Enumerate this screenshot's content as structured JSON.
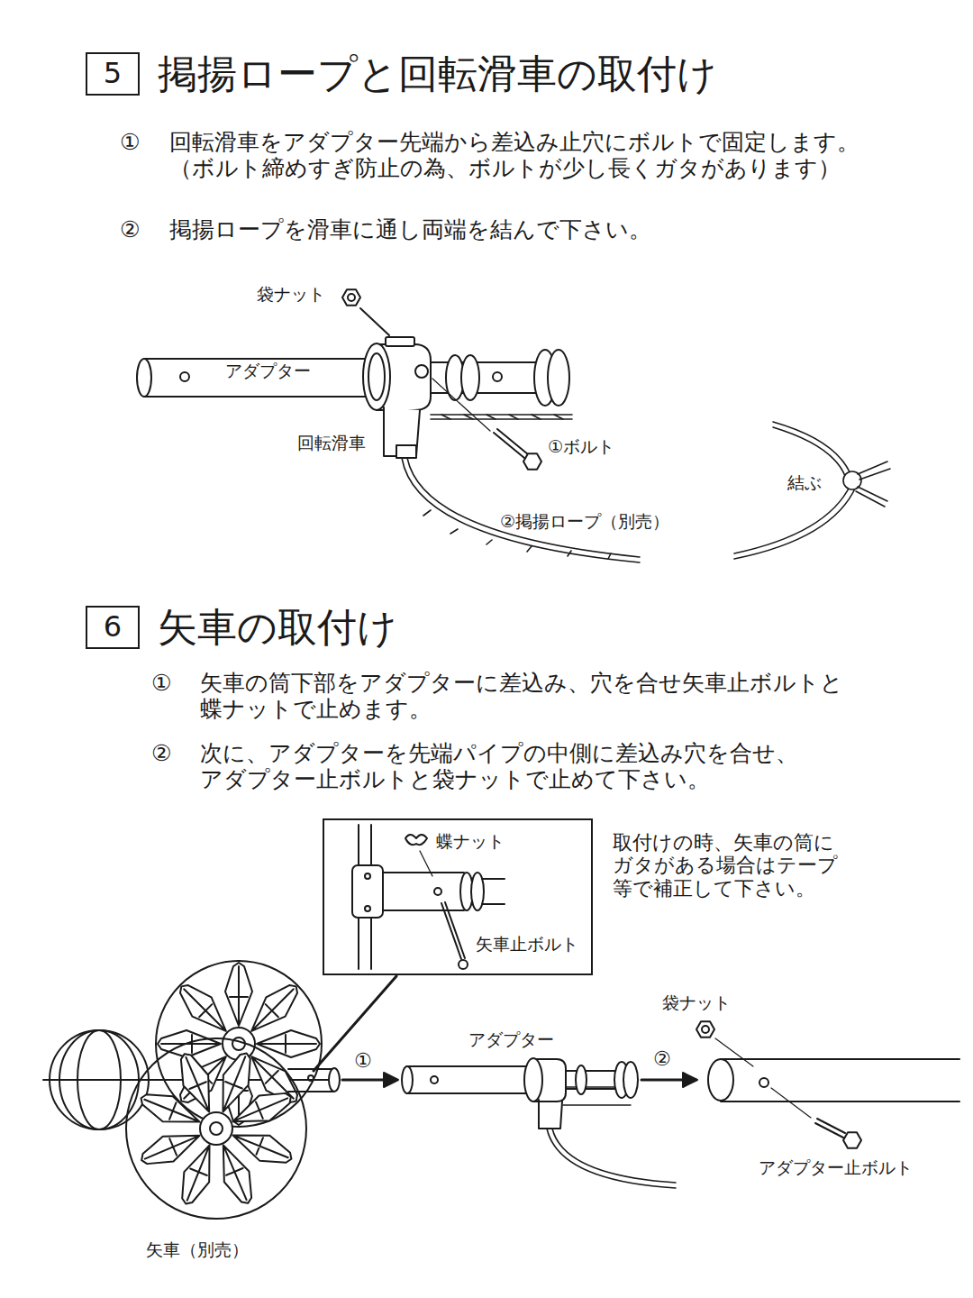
{
  "diagram": {
    "nodes": [
      {
        "text": [
          "5",
          "掲揚ロープと回転滑車の取付け"
        ]
      },
      {
        "text": [
          "6",
          "矢車の取付け"
        ]
      },
      {
        "text": [
          "蝶ナット",
          "矢車止ボルト"
        ]
      }
    ],
    "labels": [
      "①",
      "回転滑車をアダプター先端から差込み止穴にボルトで固定します。 （ボルト締めすぎ防止の為、ボルトが少し長くガタがあります）",
      "②",
      "掲揚ロープを滑車に通し両端を結んで下さい。",
      "袋ナット",
      "アダプター",
      "回転滑車",
      "①ボルト",
      "②掲揚ロープ（別売）",
      "結ぶ",
      "①",
      "矢車の筒下部をアダプターに差込み、穴を合せ矢車止ボルトと 蝶ナットで止めます。",
      "②",
      "次に、アダプターを先端パイプの中側に差込み穴を合せ、 アダプター止ボルトと袋ナットで止めて下さい。",
      "取付けの時、矢車の筒に ガタがある場合はテープ 等で補正して下さい。",
      "①",
      "アダプター",
      "②",
      "袋ナット",
      "アダプター止ボルト",
      "矢車（別売）"
    ]
  }
}
